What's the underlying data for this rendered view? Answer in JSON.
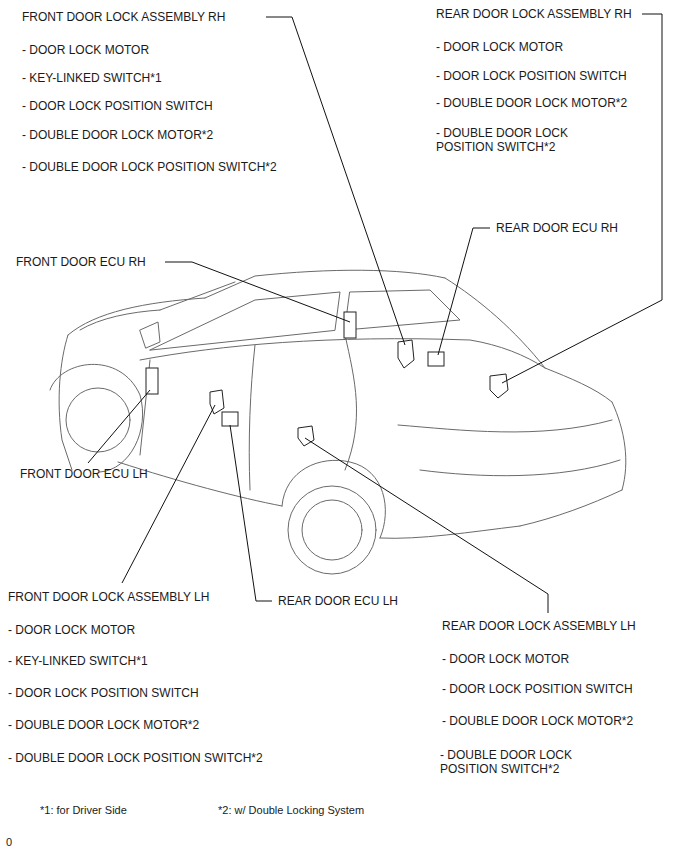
{
  "diagram": {
    "labels": [
      "FRONT DOOR LOCK ASSEMBLY RH",
      "- DOOR LOCK MOTOR",
      "- KEY-LINKED SWITCH*1",
      "- DOOR LOCK POSITION SWITCH",
      "- DOUBLE DOOR LOCK MOTOR*2",
      "- DOUBLE DOOR LOCK POSITION SWITCH*2",
      "REAR DOOR LOCK ASSEMBLY RH",
      "- DOOR LOCK MOTOR",
      "- DOOR LOCK POSITION SWITCH",
      "- DOUBLE DOOR LOCK MOTOR*2",
      "- DOUBLE DOOR LOCK POSITION SWITCH*2",
      "REAR DOOR ECU RH",
      "FRONT DOOR ECU RH",
      "FRONT DOOR ECU LH",
      "FRONT DOOR LOCK ASSEMBLY LH",
      "- DOOR LOCK MOTOR",
      "- KEY-LINKED SWITCH*1",
      "- DOOR LOCK POSITION SWITCH",
      "- DOUBLE DOOR LOCK MOTOR*2",
      "- DOUBLE DOOR LOCK POSITION SWITCH*2",
      "REAR DOOR ECU LH",
      "REAR DOOR LOCK ASSEMBLY LH",
      "- DOOR LOCK MOTOR",
      "- DOOR LOCK POSITION SWITCH",
      "- DOUBLE DOOR LOCK MOTOR*2",
      "- DOUBLE DOOR LOCK POSITION SWITCH*2",
      "*1: for Driver Side",
      "*2: w/ Double Locking System",
      "0"
    ]
  }
}
